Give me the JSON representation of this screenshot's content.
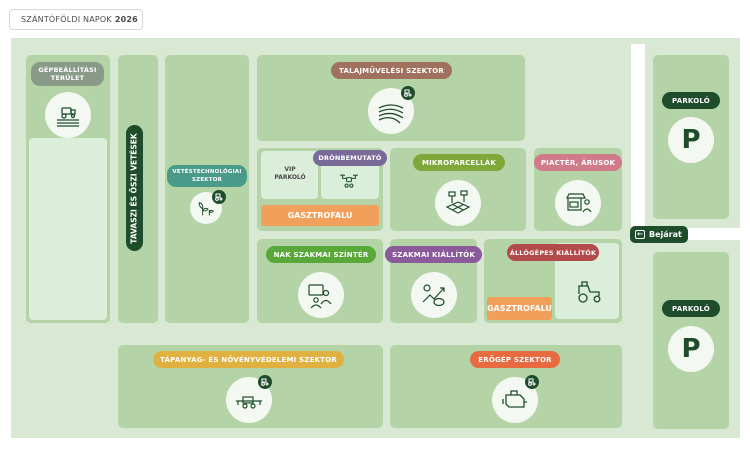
{
  "title": {
    "prefix": "SZÁNTÓFÖLDI NAPOK",
    "year": "2026"
  },
  "colors": {
    "ground": "#d8e8d2",
    "zone": "#b4d4a8",
    "dark_green": "#1f4d2c",
    "gray_pill": "#8a9a88",
    "brown": "#a0715e",
    "teal": "#4a9a8a",
    "purple": "#7a5a8e",
    "lime": "#7ea83a",
    "pink": "#d07a8a",
    "green": "#58a83a",
    "violet": "#8a5a9a",
    "red": "#b24a4a",
    "yellow": "#e0b040",
    "orange": "#e86a40",
    "gastro": "#f0a05a"
  },
  "labels": {
    "gepbeallitasi": "GÉPBEÁLLÍTÁSI TERÜLET",
    "tavaszi": "TAVASZI ÉS ŐSZI VETÉSEK",
    "vetestech": "VETÉSTECHNOLÓGIAI SZEKTOR",
    "talajmuvelesi": "TALAJMŰVELÉSI SZEKTOR",
    "vip": "VIP PARKOLÓ",
    "dron": "DRÓNBEMUTATÓ",
    "gasztro1": "GASZTROFALU",
    "mikroparcellak": "MIKROPARCELLÁK",
    "piacter": "PIACTÉR, ÁRUSOK",
    "nak": "NAK SZAKMAI SZÍNTÉR",
    "szakmai": "SZAKMAI KIÁLLÍTÓK",
    "allogepes": "ÁLLÓGÉPES KIÁLLÍTÓK",
    "gasztro2": "GASZTROFALU",
    "tapanyag": "TÁPANYAG- ÉS NÖVÉNYVÉDELEMI SZEKTOR",
    "erogep": "ERŐGÉP SZEKTOR",
    "parkolo_top": "PARKOLÓ",
    "parkolo_bottom": "PARKOLÓ",
    "parking_symbol_top": "P",
    "parking_symbol_bottom": "P",
    "bejarat": "Bejárat"
  },
  "icons": {
    "gepbeallitasi": "tractor-field-icon",
    "vetestech": "seedling-icon",
    "talajmuvelesi": "soil-field-icon",
    "dron": "drone-icon",
    "mikroparcellak": "parcel-grid-icon",
    "piacter": "market-stall-icon",
    "nak": "presenter-icon",
    "szakmai": "growth-chart-icon",
    "allogepes": "tractor-icon",
    "tapanyag": "sprayer-icon",
    "erogep": "engine-icon",
    "badge": "tractor-badge-icon",
    "entry": "entrance-arrow-icon"
  }
}
